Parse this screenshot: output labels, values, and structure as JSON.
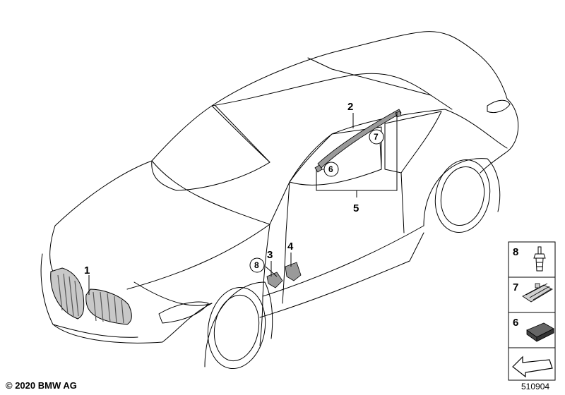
{
  "callouts": [
    "1",
    "2",
    "3",
    "4",
    "5"
  ],
  "circled_callouts": [
    "6",
    "7",
    "8"
  ],
  "legend": [
    {
      "label": "8",
      "icon": "rivet-icon"
    },
    {
      "label": "7",
      "icon": "clip-icon"
    },
    {
      "label": "6",
      "icon": "pad-icon"
    },
    {
      "label": "",
      "icon": "arrow-icon"
    }
  ],
  "footer": {
    "copyright": "© 2020 BMW AG",
    "reference": "510904"
  },
  "colors": {
    "line": "#000000",
    "part_fill": "#9a9a9a",
    "grille_fill": "#c8c8c8"
  }
}
